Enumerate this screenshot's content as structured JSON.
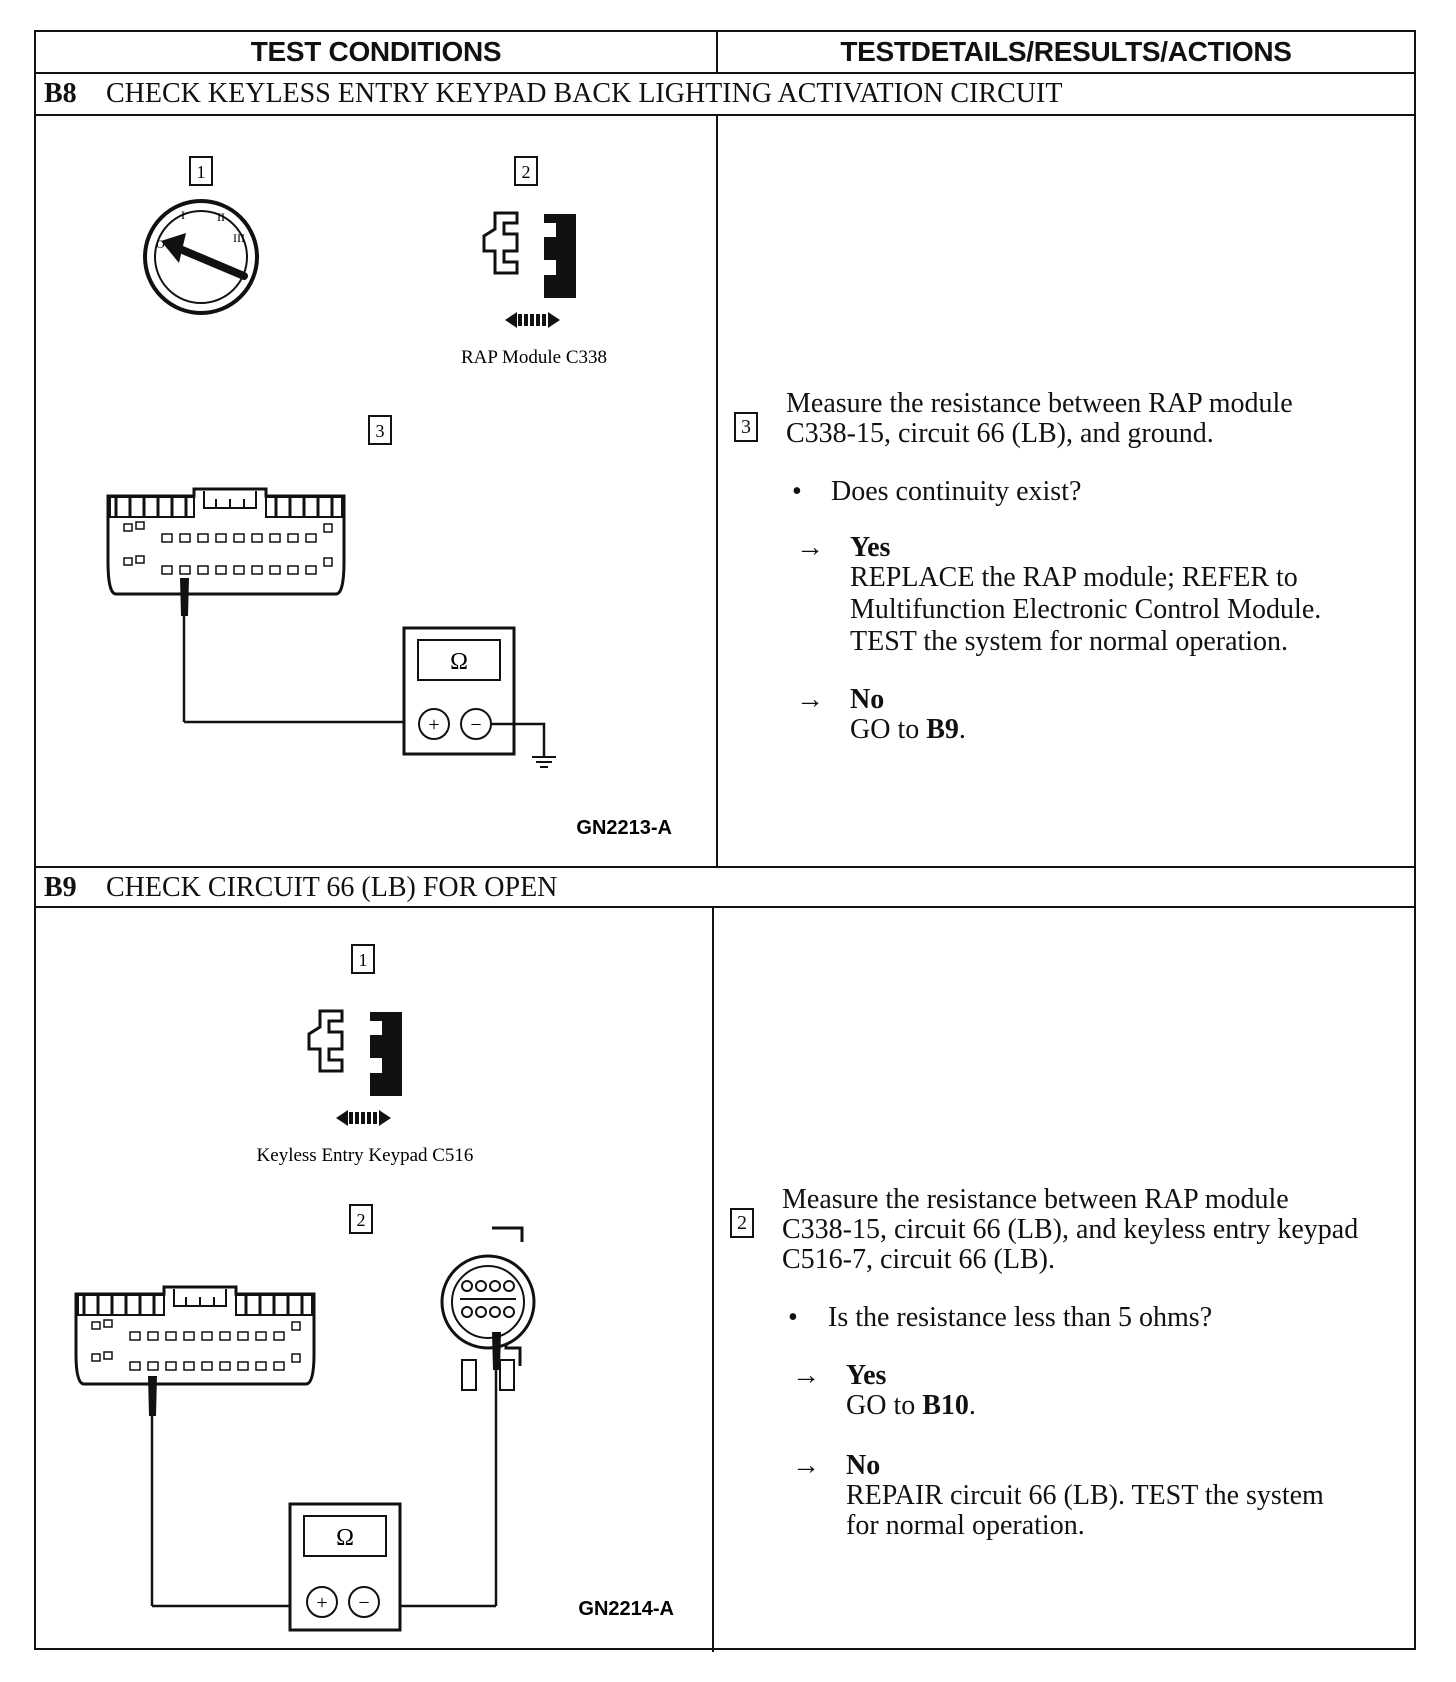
{
  "columns": {
    "left": "TEST CONDITIONS",
    "right": "TESTDETAILS/RESULTS/ACTIONS"
  },
  "b8": {
    "code": "B8",
    "title": "CHECK KEYLESS ENTRY KEYPAD BACK LIGHTING ACTIVATION CIRCUIT",
    "figure": {
      "steps": [
        "1",
        "2",
        "3"
      ],
      "connector_caption": "RAP Module C338",
      "meter_symbol": "Ω",
      "figure_id": "GN2213-A"
    },
    "detail": {
      "step": "3",
      "instruction": [
        "Measure the resistance between RAP module",
        "C338-15, circuit 66 (LB), and ground."
      ],
      "question": "Does continuity exist?",
      "yes_label": "Yes",
      "yes_action": [
        "REPLACE the RAP module; REFER to",
        "Multifunction Electronic Control Module.",
        "TEST the system for normal operation."
      ],
      "no_label": "No",
      "no_action_prefix": "GO to ",
      "no_action_target": "B9",
      "no_action_suffix": "."
    }
  },
  "b9": {
    "code": "B9",
    "title": "CHECK CIRCUIT 66 (LB) FOR OPEN",
    "figure": {
      "steps": [
        "1",
        "2"
      ],
      "connector_caption": "Keyless Entry Keypad C516",
      "meter_symbol": "Ω",
      "figure_id": "GN2214-A"
    },
    "detail": {
      "step": "2",
      "instruction": [
        "Measure the resistance between RAP module",
        "C338-15, circuit 66 (LB), and keyless entry keypad",
        "C516-7, circuit 66 (LB)."
      ],
      "question": "Is the resistance less than 5 ohms?",
      "yes_label": "Yes",
      "yes_action_prefix": "GO to ",
      "yes_action_target": "B10",
      "yes_action_suffix": ".",
      "no_label": "No",
      "no_action": [
        "REPAIR circuit 66 (LB). TEST the system",
        "for normal operation."
      ]
    }
  },
  "symbols": {
    "arrow": "→",
    "bullet": "•",
    "plus": "+",
    "minus": "−"
  },
  "icons": [
    "ignition-switch-icon",
    "connector-disconnect-icon",
    "ohmmeter-icon",
    "ground-icon",
    "round-connector-icon"
  ]
}
